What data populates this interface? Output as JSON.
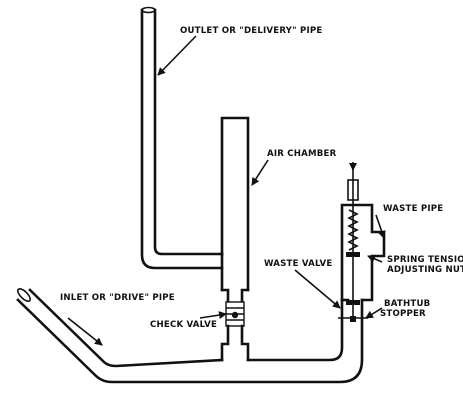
{
  "labels": {
    "outlet": "OUTLET OR \"DELIVERY\" PIPE",
    "air_chamber": "AIR CHAMBER",
    "waste_pipe": "WASTE PIPE",
    "waste_valve": "WASTE VALVE",
    "spring_line1": "SPRING TENSION",
    "spring_line2": "ADJUSTING NUTS",
    "inlet": "INLET OR \"DRIVE\" PIPE",
    "check_valve": "CHECK VALVE",
    "bathtub_line1": "BATHTUB",
    "bathtub_line2": "STOPPER"
  }
}
